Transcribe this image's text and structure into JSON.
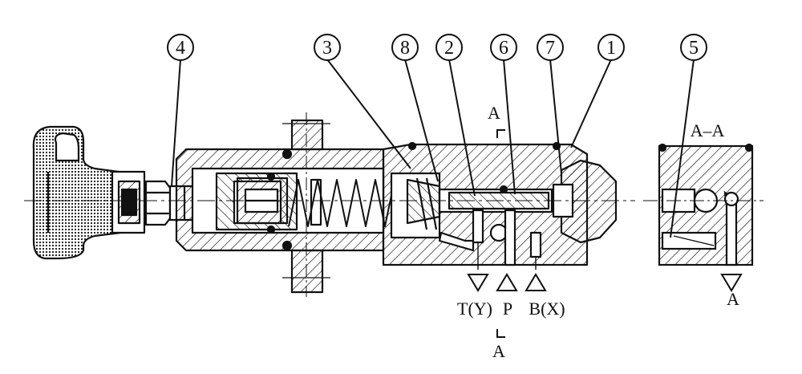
{
  "callouts": [
    "4",
    "3",
    "8",
    "2",
    "6",
    "7",
    "1",
    "5"
  ],
  "section": {
    "title": "A–A",
    "marker_top": "A",
    "marker_bottom": "A",
    "marker_right": "A"
  },
  "ports": {
    "t": "T(Y)",
    "p": "P",
    "b": "B(X)"
  },
  "colors": {
    "line": "#111111",
    "background": "#ffffff"
  }
}
